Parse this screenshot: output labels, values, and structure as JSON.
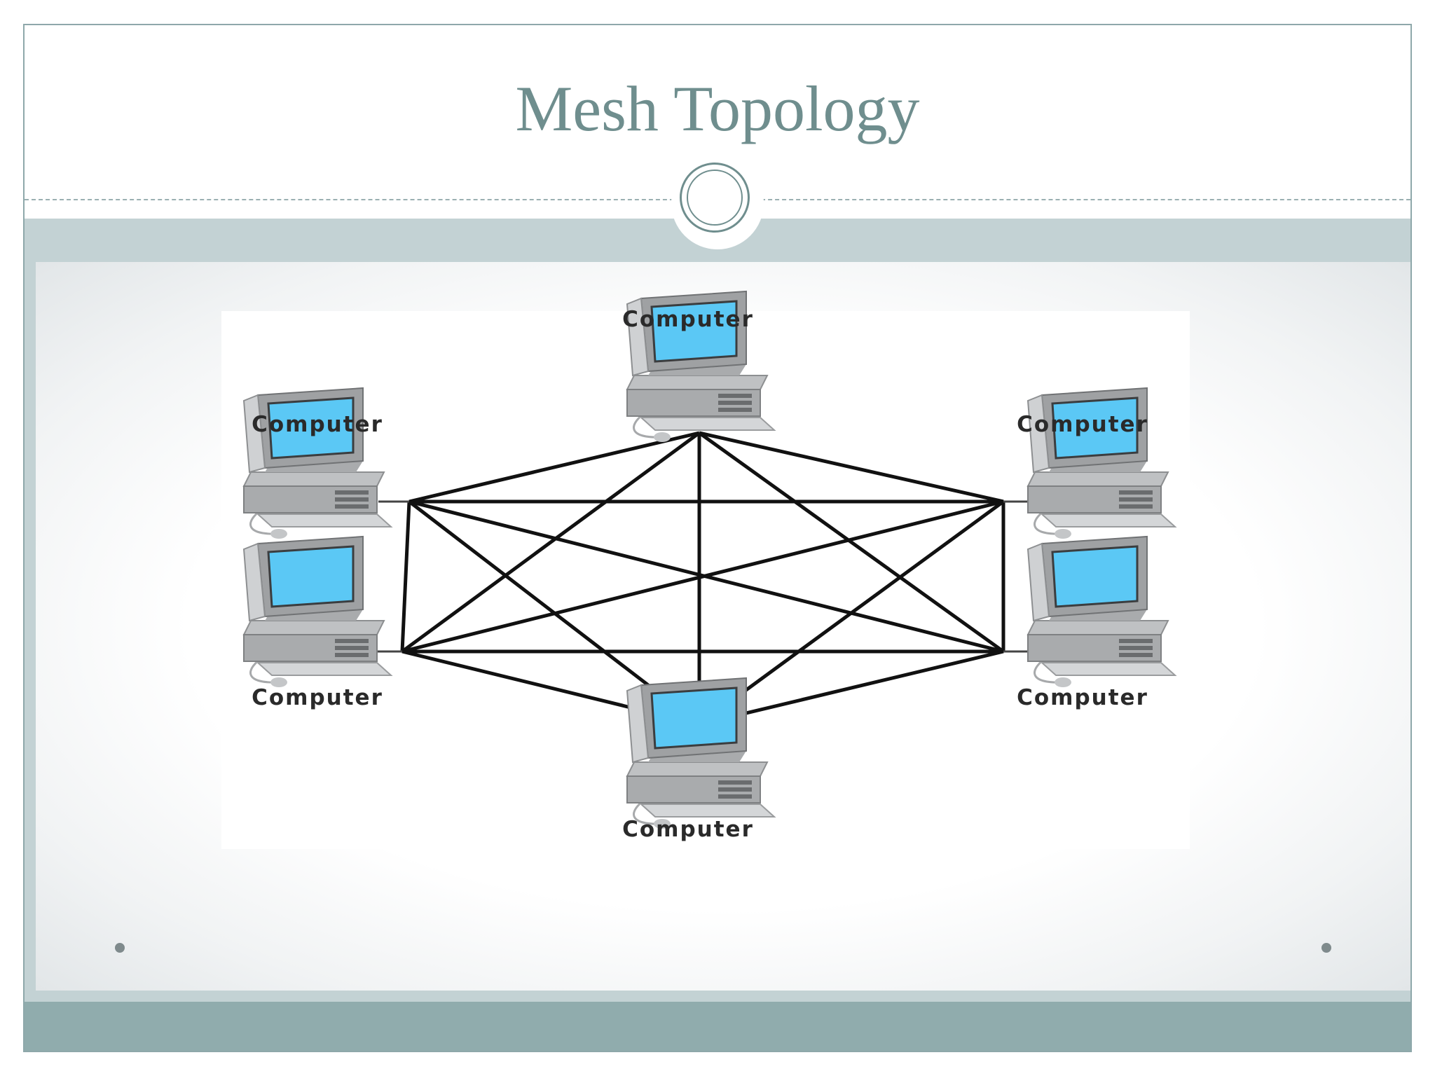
{
  "slide": {
    "title": "Mesh Topology"
  },
  "diagram": {
    "node_label": "Computer",
    "nodes": [
      {
        "id": "top",
        "label": "Computer"
      },
      {
        "id": "upper-left",
        "label": "Computer"
      },
      {
        "id": "upper-right",
        "label": "Computer"
      },
      {
        "id": "lower-left",
        "label": "Computer"
      },
      {
        "id": "lower-right",
        "label": "Computer"
      },
      {
        "id": "bottom",
        "label": "Computer"
      }
    ],
    "links": [
      [
        "top",
        "upper-left"
      ],
      [
        "top",
        "upper-right"
      ],
      [
        "top",
        "lower-left"
      ],
      [
        "top",
        "lower-right"
      ],
      [
        "top",
        "bottom"
      ],
      [
        "upper-left",
        "upper-right"
      ],
      [
        "upper-left",
        "lower-left"
      ],
      [
        "upper-left",
        "lower-right"
      ],
      [
        "upper-left",
        "bottom"
      ],
      [
        "upper-right",
        "lower-left"
      ],
      [
        "upper-right",
        "lower-right"
      ],
      [
        "upper-right",
        "bottom"
      ],
      [
        "lower-left",
        "lower-right"
      ],
      [
        "lower-left",
        "bottom"
      ],
      [
        "lower-right",
        "bottom"
      ]
    ]
  },
  "colors": {
    "title": "#6f8e8e",
    "band": "#c3d2d4",
    "bottom_band": "#90acad",
    "monitor_screen": "#5bc8f5",
    "link": "#111111"
  }
}
